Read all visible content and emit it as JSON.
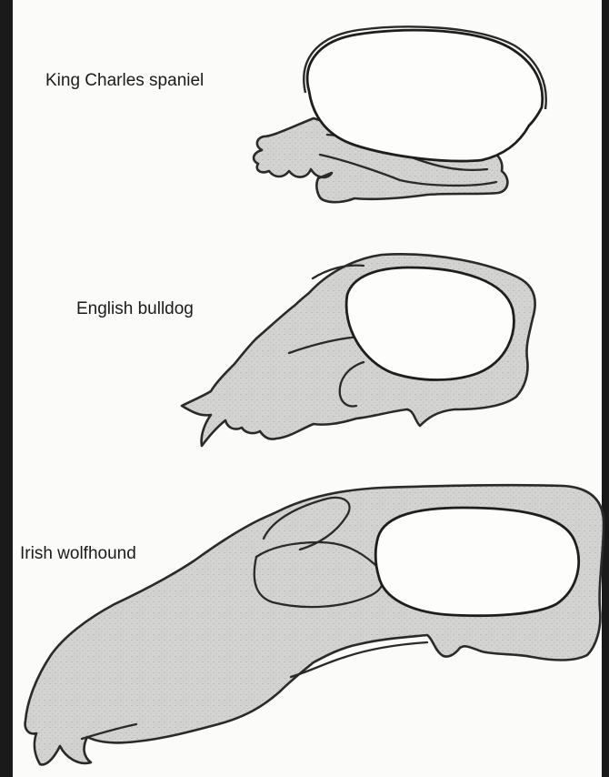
{
  "labels": {
    "king_charles": "King Charles spaniel",
    "bulldog": "English bulldog",
    "wolfhound": "Irish wolfhound"
  },
  "colors": {
    "background": "#fbfbf9",
    "bone_fill": "#d2d2d0",
    "outline": "#2a2a2a",
    "frame": "#1a1a1a"
  }
}
